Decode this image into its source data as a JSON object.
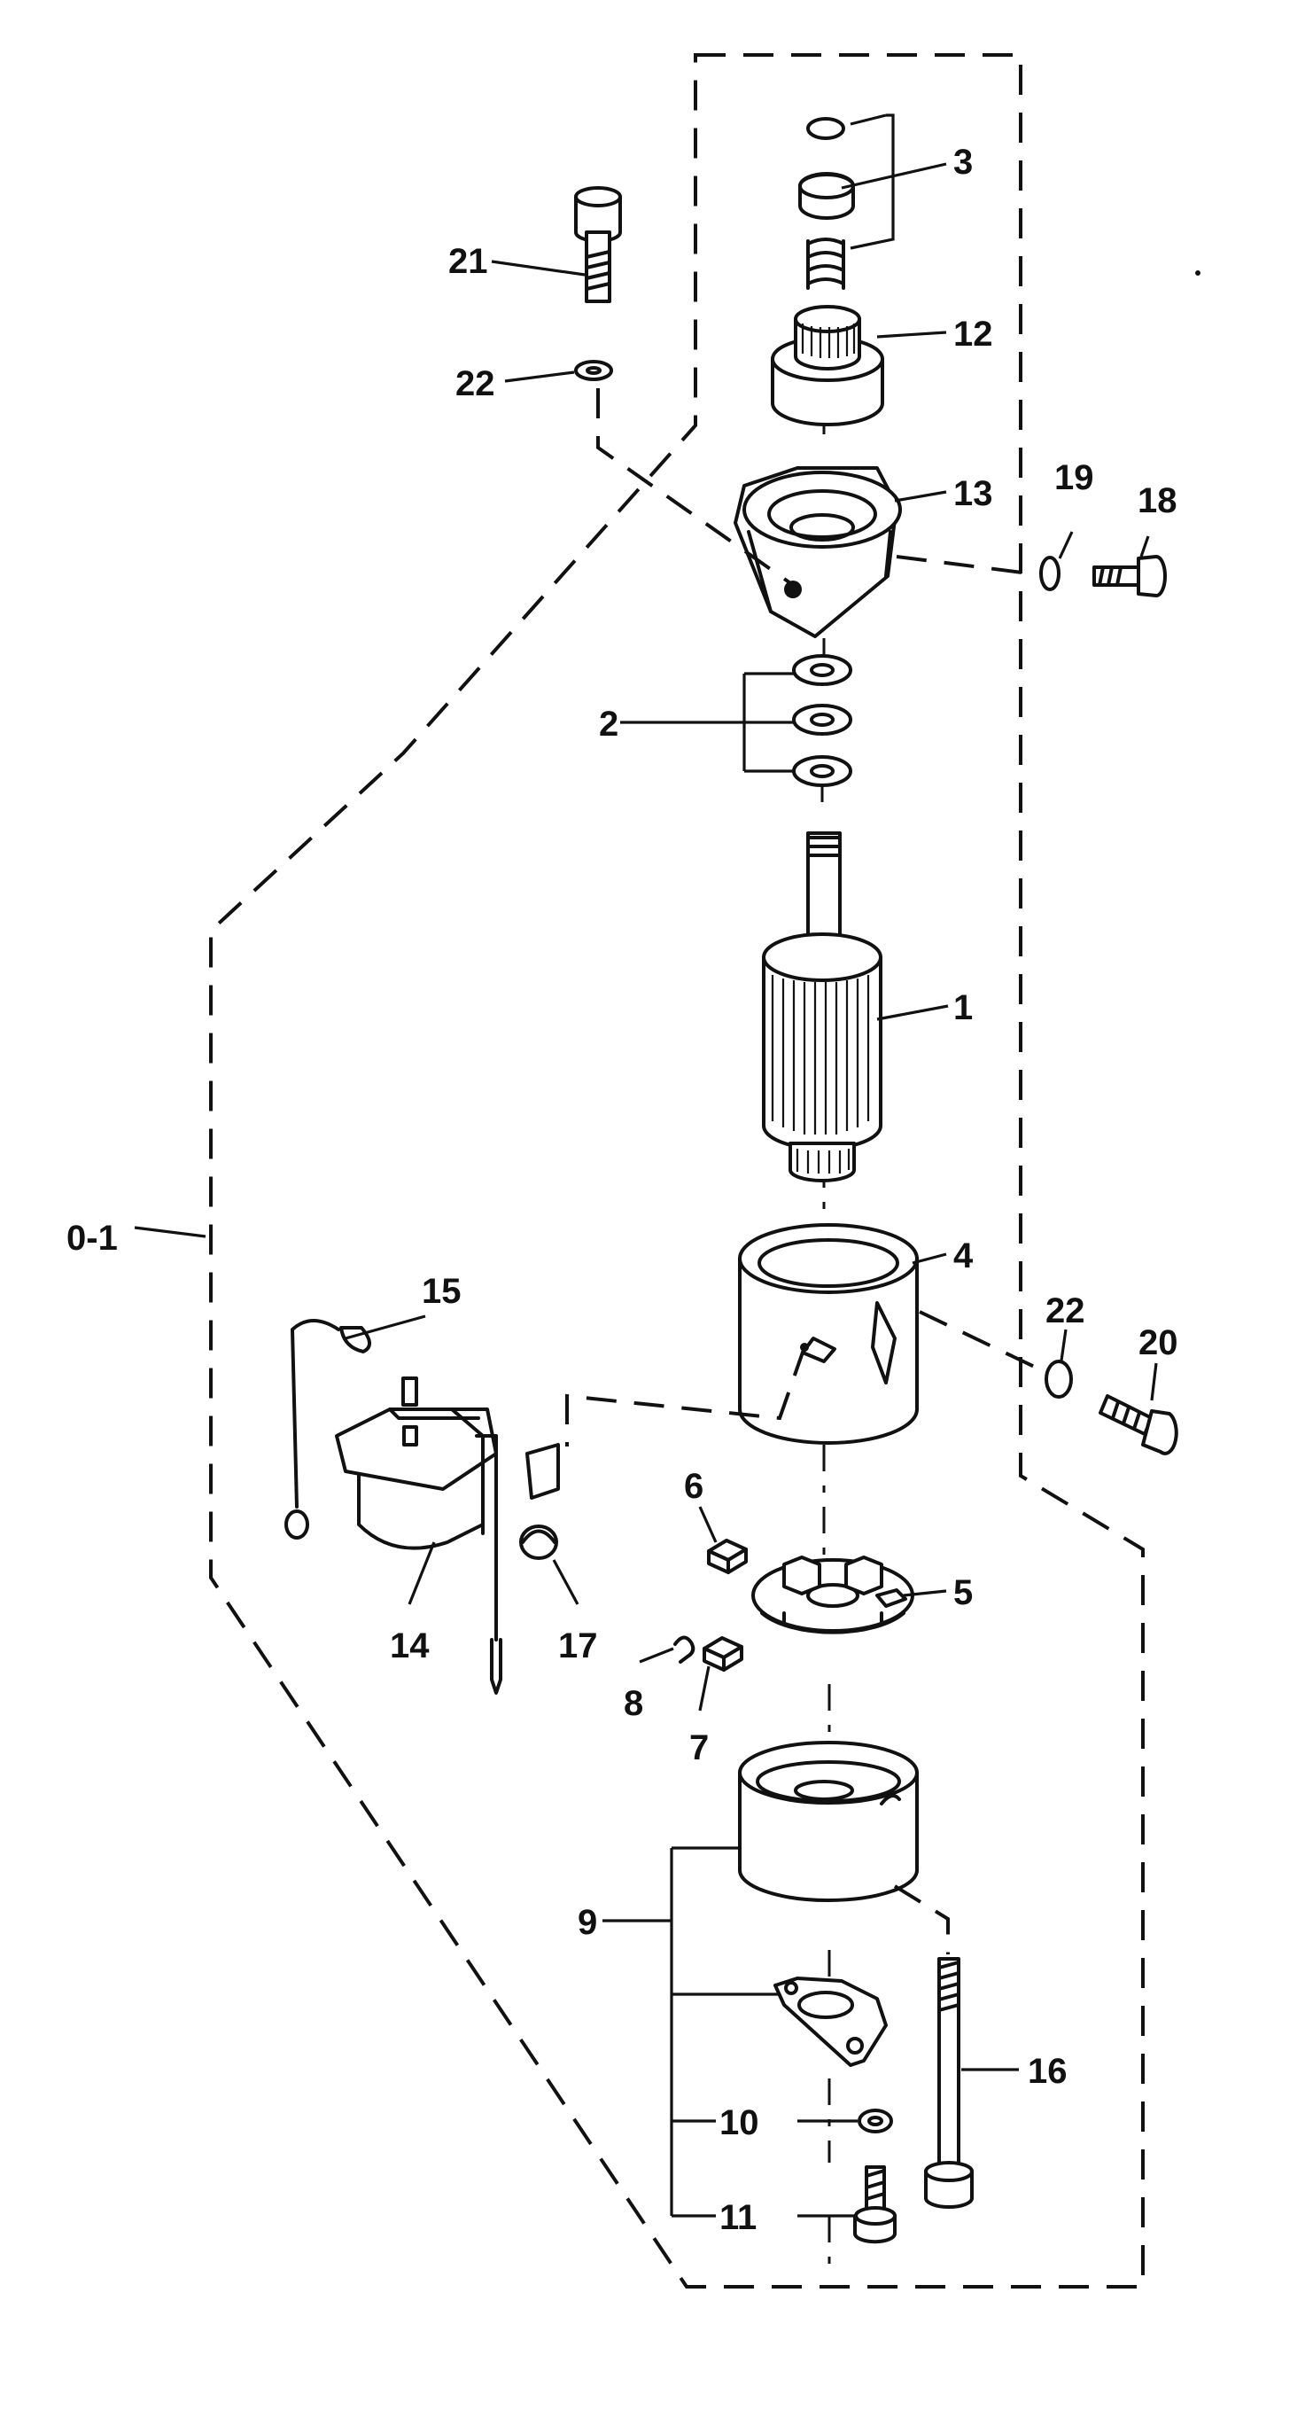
{
  "callouts": [
    {
      "id": "3",
      "text": "3"
    },
    {
      "id": "21",
      "text": "21"
    },
    {
      "id": "12",
      "text": "12"
    },
    {
      "id": "22a",
      "text": "22"
    },
    {
      "id": "13",
      "text": "13"
    },
    {
      "id": "19",
      "text": "19"
    },
    {
      "id": "18",
      "text": "18"
    },
    {
      "id": "2",
      "text": "2"
    },
    {
      "id": "1",
      "text": "1"
    },
    {
      "id": "0-1",
      "text": "0-1"
    },
    {
      "id": "4",
      "text": "4"
    },
    {
      "id": "15",
      "text": "15"
    },
    {
      "id": "22b",
      "text": "22"
    },
    {
      "id": "20",
      "text": "20"
    },
    {
      "id": "6",
      "text": "6"
    },
    {
      "id": "5",
      "text": "5"
    },
    {
      "id": "14",
      "text": "14"
    },
    {
      "id": "17",
      "text": "17"
    },
    {
      "id": "8",
      "text": "8"
    },
    {
      "id": "7",
      "text": "7"
    },
    {
      "id": "9",
      "text": "9"
    },
    {
      "id": "16",
      "text": "16"
    },
    {
      "id": "10",
      "text": "10"
    },
    {
      "id": "11",
      "text": "11"
    }
  ],
  "colors": {
    "ink": "#111111",
    "paper": "#ffffff"
  }
}
